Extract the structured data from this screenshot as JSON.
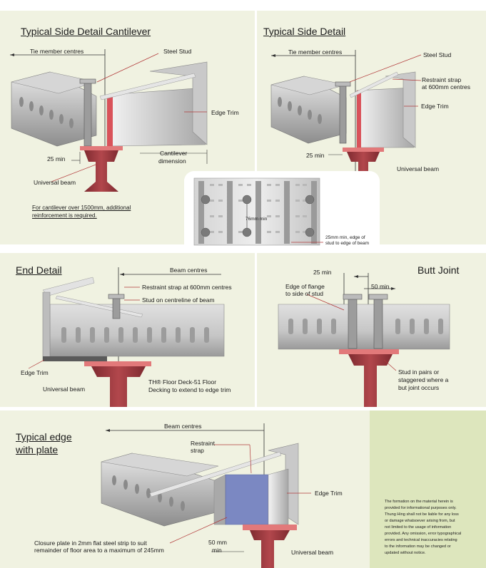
{
  "panels": {
    "cantilever": {
      "title": "Typical Side Detail Cantilever",
      "tie_member": "Tie member centres",
      "steel_stud": "Steel Stud",
      "edge_trim": "Edge Trim",
      "min_25": "25 min",
      "cantilever_dim_1": "Cantilever",
      "cantilever_dim_2": "dimension",
      "universal_beam": "Universal beam",
      "note_1": "For cantilever over 1500mm, additional",
      "note_2": "reinforcement is required."
    },
    "side": {
      "title": "Typical Side Detail",
      "tie_member": "Tie member centres",
      "steel_stud": "Steel Stud",
      "restraint_1": "Restraint strap",
      "restraint_2": "at 600mm centres",
      "edge_trim": "Edge Trim",
      "min_25": "25 min",
      "universal_beam": "Universal beam"
    },
    "inset": {
      "dim_76": "76mm min",
      "note_1": "25mm min, edge of",
      "note_2": "stud to edge of beam"
    },
    "end": {
      "title": "End Detail",
      "beam_centres": "Beam centres",
      "restraint": "Restraint strap at 600mm centres",
      "stud": "Stud on centreline of beam",
      "edge_trim": "Edge Trim",
      "universal_beam": "Universal beam",
      "deck_1": "TH® Floor Deck-51 Floor",
      "deck_2": "Decking to extend to edge trim"
    },
    "butt": {
      "title": "Butt Joint",
      "min_25": "25 min",
      "min_50": "50 min",
      "flange_1": "Edge of flange",
      "flange_2": "to side of stud",
      "stud_1": "Stud in pairs or",
      "stud_2": "staggered where a",
      "stud_3": "but joint occurs"
    },
    "plate": {
      "title_1": "Typical edge",
      "title_2": "with plate",
      "beam_centres": "Beam centres",
      "restraint_1": "Restraint",
      "restraint_2": "strap",
      "edge_trim": "Edge Trim",
      "closure_1": "Closure plate in 2mm flat steel strip to suit",
      "closure_2": "remainder of floor area to a maximum of 245mm",
      "min_50_1": "50 mm",
      "min_50_2": "min",
      "universal_beam": "Universal beam"
    }
  },
  "disclaimer": [
    "The formation on the material herein is",
    "provided for informational purposes only.",
    "Thung Hing shall not be liable for any loss",
    "or damage whatsoever arising from, but",
    "not limited to the usage of information",
    "provided. Any omission, error typographical",
    "errors and technical inaccuracies relating",
    "to the information may be changed or",
    "updated without notice."
  ],
  "colors": {
    "panel_bg": "#f0f2e1",
    "disclaimer_bg": "#dde6bd",
    "beam": "#9b3a3f",
    "beam_flange": "#e2797a",
    "closure_plate": "#7b88c2",
    "trim_red": "#d9525a",
    "steel": "#b8b8b8"
  }
}
